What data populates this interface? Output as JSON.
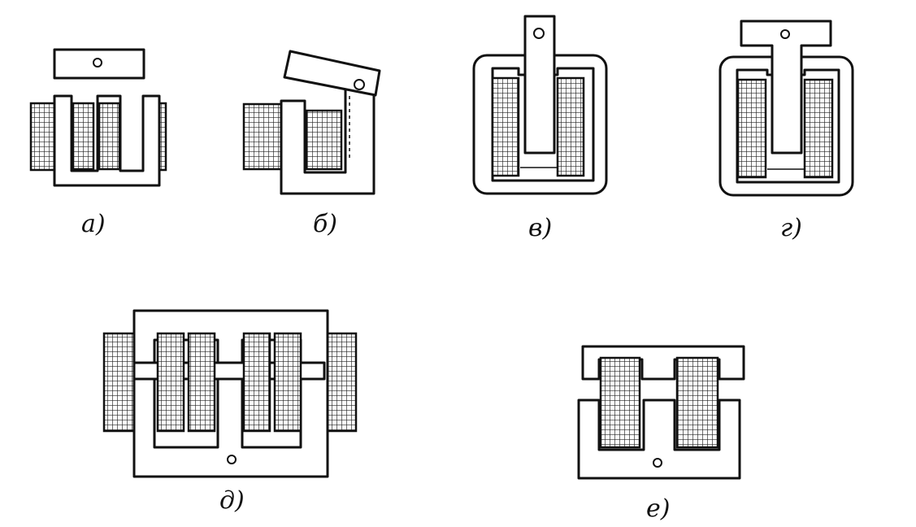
{
  "figure": {
    "labels": {
      "a": "а)",
      "b": "б)",
      "v": "в)",
      "g": "г)",
      "d": "д)",
      "e": "е)"
    }
  },
  "colors": {
    "line": "#111111",
    "background": "#ffffff"
  }
}
